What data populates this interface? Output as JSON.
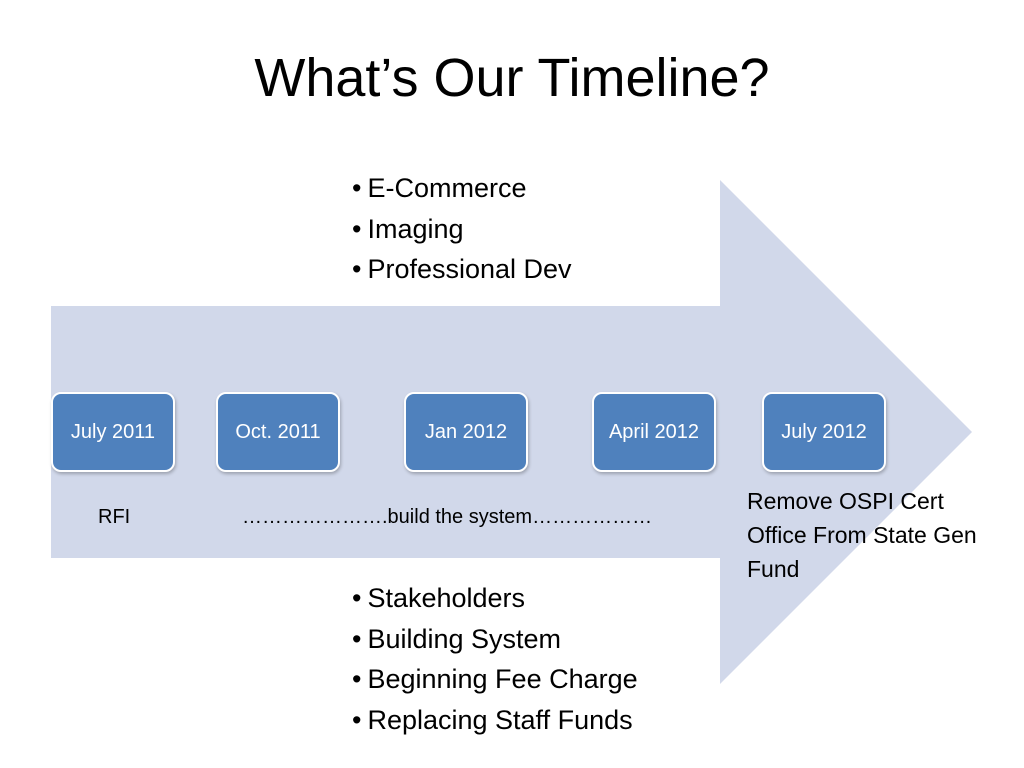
{
  "slide": {
    "title": "What’s Our Timeline?",
    "arrow_color": "#d1d8ea",
    "milestone_color": "#4f81bd"
  },
  "top_bullets": [
    "E-Commerce",
    "Imaging",
    "Professional Dev"
  ],
  "milestones": [
    "July 2011",
    "Oct. 2011",
    "Jan 2012",
    "April 2012",
    "July 2012"
  ],
  "labels": {
    "rfi": "RFI",
    "build": "………………….build the system………………",
    "remove": "Remove OSPI Cert Office From State Gen Fund"
  },
  "bottom_bullets": [
    "Stakeholders",
    "Building System",
    "Beginning Fee Charge",
    "Replacing Staff Funds"
  ]
}
